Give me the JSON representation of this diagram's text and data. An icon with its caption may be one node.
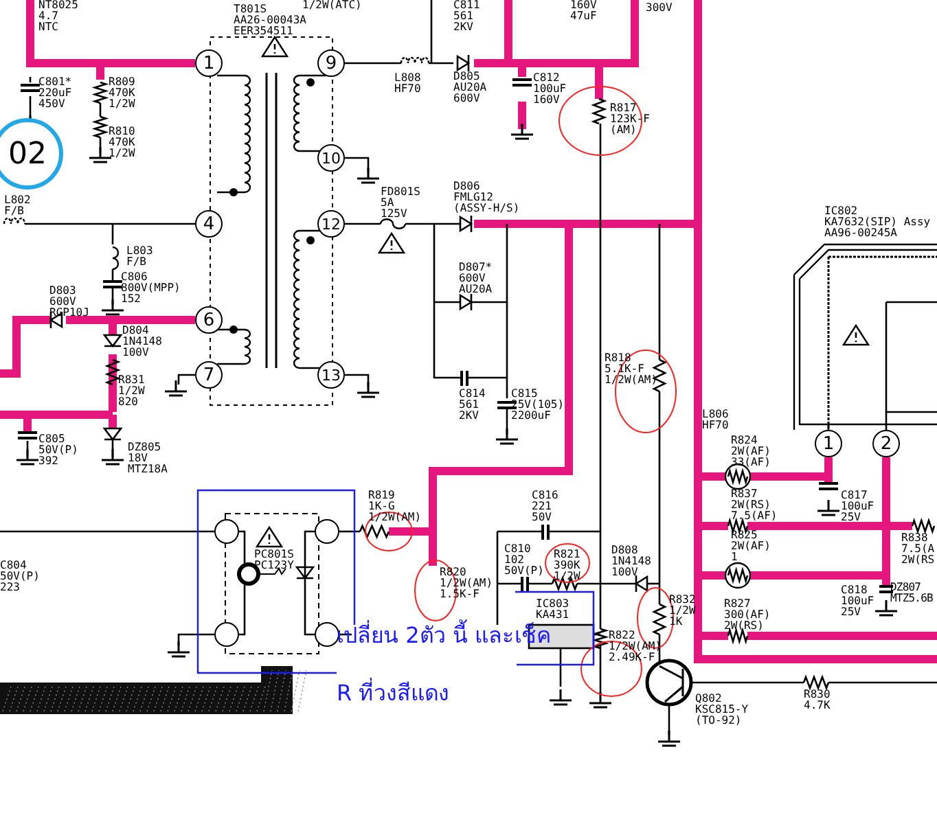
{
  "diagram": {
    "nodes": [
      {
        "text": [
          "02"
        ]
      },
      {
        "text": [
          "1"
        ]
      },
      {
        "text": [
          "4"
        ]
      },
      {
        "text": [
          "6"
        ]
      },
      {
        "text": [
          "7"
        ]
      },
      {
        "text": [
          "9"
        ]
      },
      {
        "text": [
          "10"
        ]
      },
      {
        "text": [
          "12"
        ]
      },
      {
        "text": [
          "13"
        ]
      },
      {
        "text": [
          "1"
        ]
      },
      {
        "text": [
          "2"
        ]
      },
      {
        "text": [],
        "shape": "circle"
      },
      {
        "text": [],
        "shape": "circle"
      },
      {
        "text": [],
        "shape": "circle"
      },
      {
        "text": [],
        "shape": "circle"
      }
    ],
    "labels": [
      "NT8025 4.7 NTC",
      "T801S AA26-00043A EER354511",
      "1/2W(ATC)",
      "C811 561 2KV",
      "160V 47uF",
      "300V",
      "C801* 220uF 450V",
      "R809 470K 1/2W",
      "R810 470K 1/2W",
      "L808 HF70",
      "D805 AU20A 600V",
      "C812 100uF 160V",
      "R817 123K-F (AM)",
      "L802 F/B",
      "L803 F/B",
      "C806 800V(MPP) 152",
      "FD801S 5A 125V",
      "D806 FMLG12 (ASSY-H/S)",
      "IC802 KA7632(SIP) Assy AA96-00245A",
      "D803 600V RGP10J",
      "D804 1N4148 100V",
      "D807* 600V AU20A",
      "R818 5.1K-F 1/2W(AM)",
      "R831 1/2W 820",
      "C814 561 2KV",
      "C815 25V(105) 2200uF",
      "L806 HF70",
      "C805 50V(P) 392",
      "DZ805 18V MTZ18A",
      "R824 2W(AF) 33(AF)",
      "R837 2W(RS) 7.5(AF)",
      "C817 100uF 25V",
      "R825 2W(AF) 1",
      "R838 7.5(A 2W(RS",
      "C804 50V(P) 223",
      "R819 1K-G 1/2W(AM)",
      "C816 221 50V",
      "D808 1N4148 100V",
      "PC801S PC123Y",
      "C810 102 50V(P)",
      "R821 390K 1/2W",
      "R820 1/2W(AM) 1.5K-F",
      "C818 100uF 25V",
      "DZ807 MTZ5.6B",
      "R832 1/2W 1K",
      "R827 300(AF) 2W(RS)",
      "IC803 KA431",
      "R822 1/2W(AM) 2.49K-F",
      "Q802 KSC815-Y (TO-92)",
      "R830 4.7K",
      "เปลี่ยน 2ตัว นี้ และเช็ค",
      "R ที่วงสีแดง"
    ]
  }
}
